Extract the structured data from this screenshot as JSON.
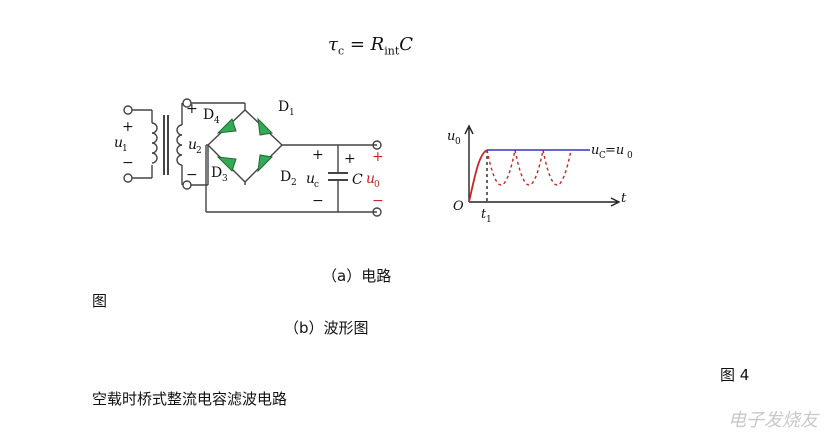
{
  "formula": {
    "lhs": "τ",
    "lhs_sub": "c",
    "eq": " = ",
    "rhs": "R",
    "rhs_sub": "int",
    "rhs_tail": "C"
  },
  "circuit": {
    "u1": "u",
    "u1_sub": "1",
    "u2": "u",
    "u2_sub": "2",
    "plus": "+",
    "minus": "−",
    "D1": "D",
    "D1_sub": "1",
    "D2": "D",
    "D2_sub": "2",
    "D3": "D",
    "D3_sub": "3",
    "D4": "D",
    "D4_sub": "4",
    "uc": "u",
    "uc_sub": "c",
    "C": "C",
    "u0": "u",
    "u0_sub": "0"
  },
  "waveform": {
    "y_axis": "u",
    "y_axis_sub": "0",
    "x_axis": "t",
    "origin": "O",
    "t1": "t",
    "t1_sub": "1",
    "curve_label": "u",
    "curve_label_sub": "C",
    "curve_label_eq": "=u",
    "curve_label_eq_sub": "0",
    "colors": {
      "output": "#3333cc",
      "rectified": "#cc2222",
      "charge": "#cc2222"
    }
  },
  "captions": {
    "a": "（a）电路",
    "fig_word": "图",
    "b": "（b）波形图",
    "fig_num": "图 4",
    "title": "空载时桥式整流电容滤波电路"
  },
  "watermark": "电子发烧友"
}
